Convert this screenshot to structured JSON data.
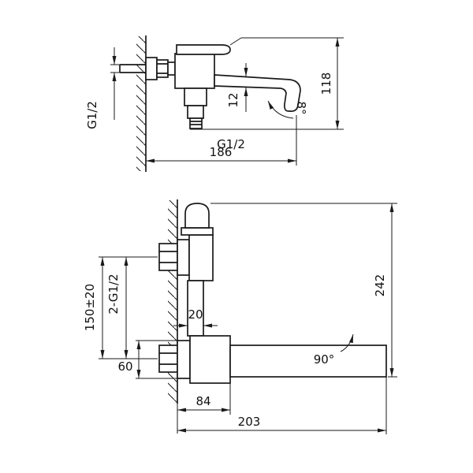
{
  "drawing": {
    "colors": {
      "line": "#1a1a1a",
      "background": "#ffffff"
    },
    "side_view": {
      "dim_inlet_thread": "G1/2",
      "dim_spout_diameter": "12",
      "dim_outlet_thread": "G1/2",
      "dim_reach": "186",
      "dim_height": "118",
      "dim_spout_angle": "8°"
    },
    "plan_view": {
      "dim_inlet_spacing": "150±20",
      "dim_inlet_threads": "2-G1/2",
      "dim_pipe_width": "20",
      "dim_flange_height": "60",
      "dim_body_depth": "84",
      "dim_spout_reach": "203",
      "dim_overall_depth": "242",
      "dim_swivel_angle": "90°"
    }
  }
}
